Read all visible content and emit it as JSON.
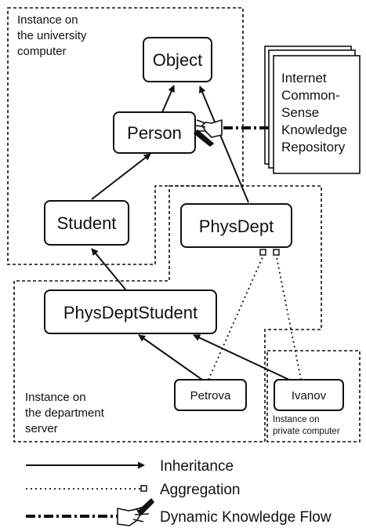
{
  "regions": {
    "university": {
      "line1": "Instance on",
      "line2": "the university",
      "line3": "computer"
    },
    "department": {
      "line1": "Instance on",
      "line2": "the department",
      "line3": "server"
    },
    "private": {
      "line1": "Instance on",
      "line2": "private computer"
    }
  },
  "nodes": {
    "object": "Object",
    "person": "Person",
    "student": "Student",
    "physdept": "PhysDept",
    "physdeptstudent": "PhysDeptStudent",
    "petrova": "Petrova",
    "ivanov": "Ivanov"
  },
  "repository": {
    "line1": "Internet",
    "line2": "Common-",
    "line3": "Sense",
    "line4": "Knowledge",
    "line5": "Repository"
  },
  "legend": {
    "inheritance": "Inheritance",
    "aggregation": "Aggregation",
    "knowledge_flow": "Dynamic Knowledge Flow"
  }
}
